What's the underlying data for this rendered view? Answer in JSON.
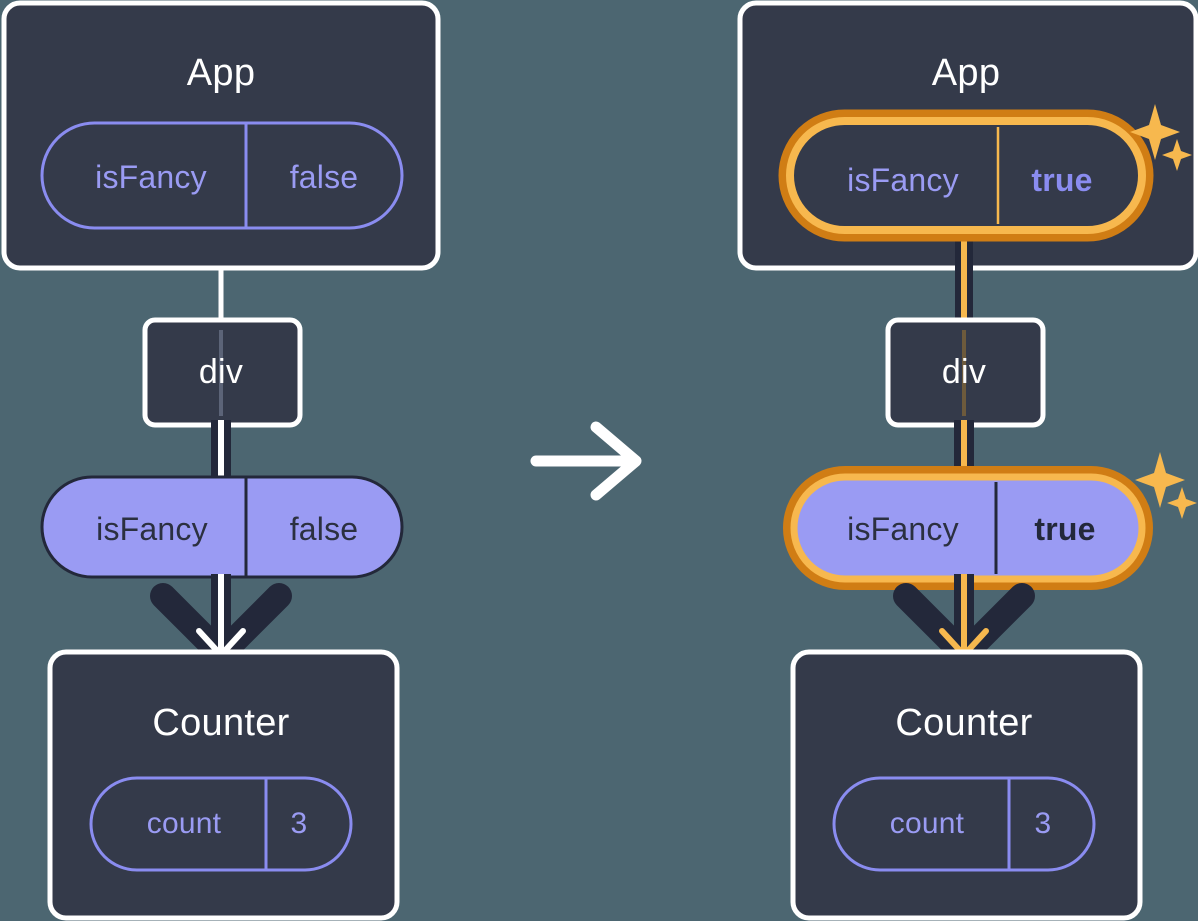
{
  "diagram": {
    "title_semantic": "react-state-propagation-before-after",
    "background_color": "#4c6671",
    "colors": {
      "panel_bg": "#343a4a",
      "panel_border": "#ffffff",
      "pill_fill": "#9a9bf3",
      "pill_outline_stroke": "#8a8cf0",
      "pill_filled_stroke": "#23283a",
      "highlight_orange_dark": "#d07d14",
      "highlight_orange_light": "#f7b84e",
      "edge_dark": "#23283a",
      "edge_white": "#ffffff",
      "text_light": "#ffffff",
      "text_purple": "#9a9bf3",
      "text_dark": "#2b3040"
    },
    "transition_arrow": "arrow-right-icon"
  },
  "left": {
    "app": {
      "title": "App",
      "pill": {
        "key": "isFancy",
        "value": "false",
        "style": "outline",
        "highlighted": false
      }
    },
    "div": {
      "label": "div"
    },
    "prop_pill": {
      "key": "isFancy",
      "value": "false",
      "style": "filled",
      "highlighted": false
    },
    "counter": {
      "title": "Counter",
      "pill": {
        "key": "count",
        "value": "3",
        "style": "outline",
        "highlighted": false
      }
    }
  },
  "right": {
    "app": {
      "title": "App",
      "pill": {
        "key": "isFancy",
        "value": "true",
        "style": "outline",
        "highlighted": true
      },
      "sparkle": "sparkles-icon"
    },
    "div": {
      "label": "div"
    },
    "prop_pill": {
      "key": "isFancy",
      "value": "true",
      "style": "filled",
      "highlighted": true
    },
    "sparkle": "sparkles-icon",
    "counter": {
      "title": "Counter",
      "pill": {
        "key": "count",
        "value": "3",
        "style": "outline",
        "highlighted": false
      }
    }
  }
}
